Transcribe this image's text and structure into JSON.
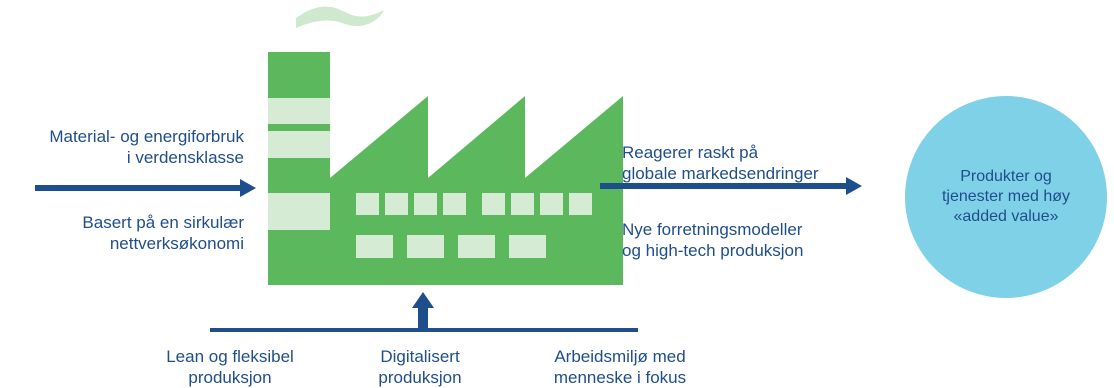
{
  "input": {
    "line1": [
      "Material- og energiforbruk",
      "i verdensklasse"
    ],
    "line2": [
      "Basert på en sirkulær",
      "nettverksøkonomi"
    ]
  },
  "output": {
    "line1": [
      "Reagerer raskt på",
      "globale markedsendringer"
    ],
    "line2": [
      "Nye forretningsmodeller",
      "og high-tech produksjon"
    ]
  },
  "result": [
    "Produkter og",
    "tjenester med høy",
    "«added value»"
  ],
  "bottom": [
    [
      "Lean og fleksibel",
      "produksjon"
    ],
    [
      "Digitalisert",
      "produksjon"
    ],
    [
      "Arbeidsmiljø med",
      "menneske i fokus"
    ]
  ],
  "colors": {
    "factory": "#5cb85c",
    "factory_light": "#d5ebd3",
    "smoke": "#cfe9cf",
    "arrow": "#1f4e8c",
    "circle": "#7fd1e8"
  }
}
